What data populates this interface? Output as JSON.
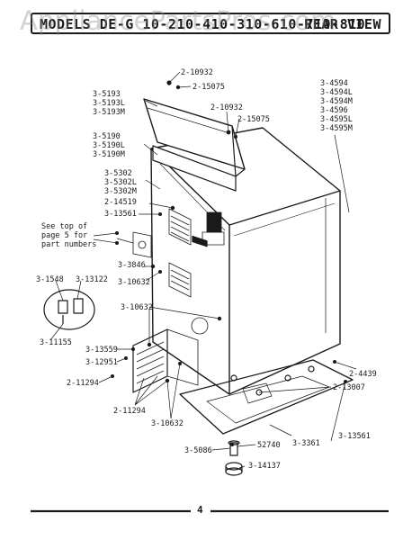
{
  "header": {
    "title": "MODELS DE-G 10-210-410-310-610-710-810",
    "view": "REAR VIEW"
  },
  "watermark": "AppliancePartsPros.com",
  "page_number": "4",
  "callouts": {
    "c_10932_top": "2-10932",
    "c_15075_top": "2-15075",
    "c_5193": "3-5193\n3-5193L\n3-5193M",
    "c_10932_mid": "2-10932",
    "c_15075_mid": "2-15075",
    "c_4594": "3-4594\n3-4594L\n3-4594M\n3-4596\n3-4595L\n3-4595M",
    "c_5190": "3-5190\n3-5190L\n3-5190M",
    "c_5302": "3-5302\n3-5302L\n3-5302M",
    "c_14519": "2-14519",
    "c_13561_left": "3-13561",
    "c_see_top": "See top of\npage 5 for\npart numbers",
    "c_1548": "3-1548",
    "c_13122": "3-13122",
    "c_3846": "3-3846",
    "c_10632_a": "3-10632",
    "c_10632_b": "3-10632",
    "c_11155": "3-11155",
    "c_13559": "3-13559",
    "c_12951": "3-12951",
    "c_11294_a": "2-11294",
    "c_11294_b": "2-11294",
    "c_10632_c": "3-10632",
    "c_4439": "2-4439",
    "c_13007": "2-13007",
    "c_3361": "3-3361",
    "c_13561_right": "3-13561",
    "c_5086": "3-5086",
    "c_52740": "52740",
    "c_14137": "3-14137"
  }
}
